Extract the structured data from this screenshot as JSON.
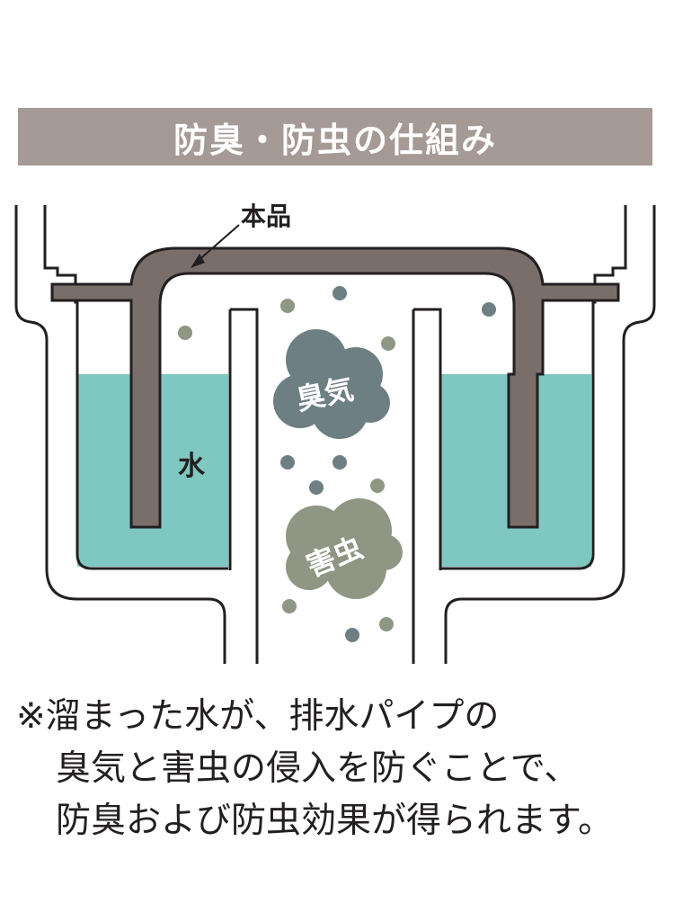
{
  "title": "防臭・防虫の仕組み",
  "labels": {
    "product": "本品",
    "water": "水",
    "odor": "臭気",
    "pest": "害虫"
  },
  "note": {
    "line1": "※溜まった水が、排水パイプの",
    "line2": "臭気と害虫の侵入を防ぐことで、",
    "line3": "防臭および防虫効果が得られます。"
  },
  "colors": {
    "banner": "#a69a96",
    "product": "#7a6e6b",
    "water": "#7fc7c1",
    "odor_cloud": "#6e7f84",
    "pest_cloud": "#8f9684",
    "outline": "#231f20"
  }
}
